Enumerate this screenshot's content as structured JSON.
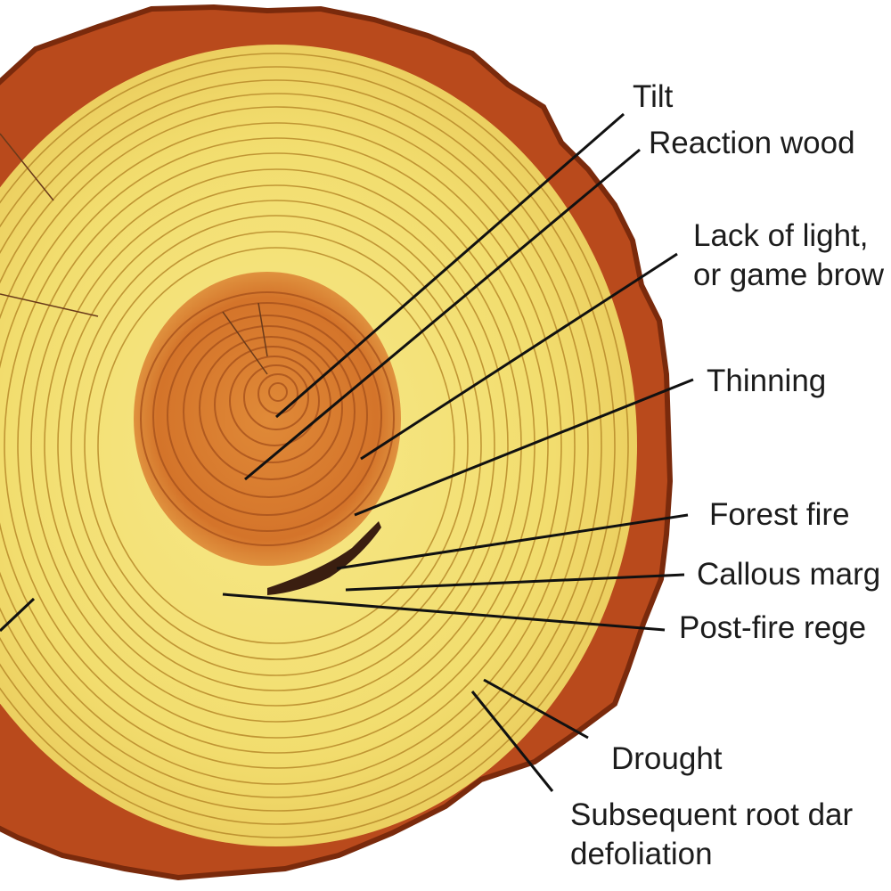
{
  "labels": {
    "tilt": "Tilt",
    "reaction_wood": "Reaction wood",
    "lack_of_light_1": "Lack of light,",
    "lack_of_light_2": "or game brow",
    "thinning": "Thinning",
    "forest_fire": "Forest fire",
    "callous_margin": "Callous marg",
    "post_fire_regen": "Post-fire rege",
    "drought": "Drought",
    "root_damage_1": "Subsequent root dar",
    "root_damage_2": "defoliation"
  },
  "colors": {
    "bark": "#b94a1c",
    "bark_dark": "#7a2a0c",
    "sapwood": "#f3e27a",
    "ring_line": "#b88a2a",
    "heartwood": "#d9782a",
    "heart_ring": "#a8521c",
    "leader_line": "#111111",
    "text": "#1c1c1c"
  }
}
